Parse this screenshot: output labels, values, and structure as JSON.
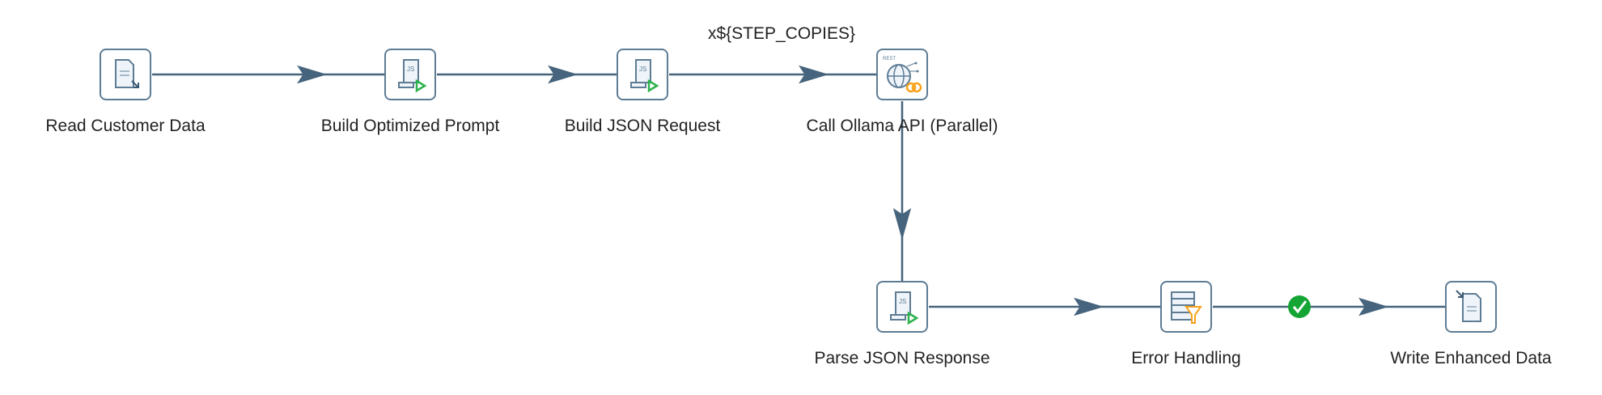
{
  "steps": [
    {
      "id": "read",
      "label": "Read Customer Data",
      "icon": "text-file-input-icon"
    },
    {
      "id": "prompt",
      "label": "Build Optimized Prompt",
      "icon": "javascript-step-icon"
    },
    {
      "id": "json",
      "label": "Build JSON Request",
      "icon": "javascript-step-icon"
    },
    {
      "id": "ollama",
      "label": "Call Ollama API (Parallel)",
      "icon": "rest-client-icon",
      "copies": "x${STEP_COPIES}"
    },
    {
      "id": "parse",
      "label": "Parse JSON Response",
      "icon": "javascript-step-icon"
    },
    {
      "id": "error",
      "label": "Error Handling",
      "icon": "filter-rows-icon"
    },
    {
      "id": "write",
      "label": "Write Enhanced Data",
      "icon": "text-file-output-icon"
    }
  ],
  "hops": [
    {
      "from": "read",
      "to": "prompt"
    },
    {
      "from": "prompt",
      "to": "json"
    },
    {
      "from": "json",
      "to": "ollama"
    },
    {
      "from": "ollama",
      "to": "parse"
    },
    {
      "from": "parse",
      "to": "error"
    },
    {
      "from": "error",
      "to": "write",
      "status": "true-condition-check-icon"
    }
  ],
  "colors": {
    "hop": "#46647d",
    "border": "#5e7c94",
    "js_play": "#2bb24c",
    "accent": "#f7a21b",
    "ok": "#15a534"
  }
}
